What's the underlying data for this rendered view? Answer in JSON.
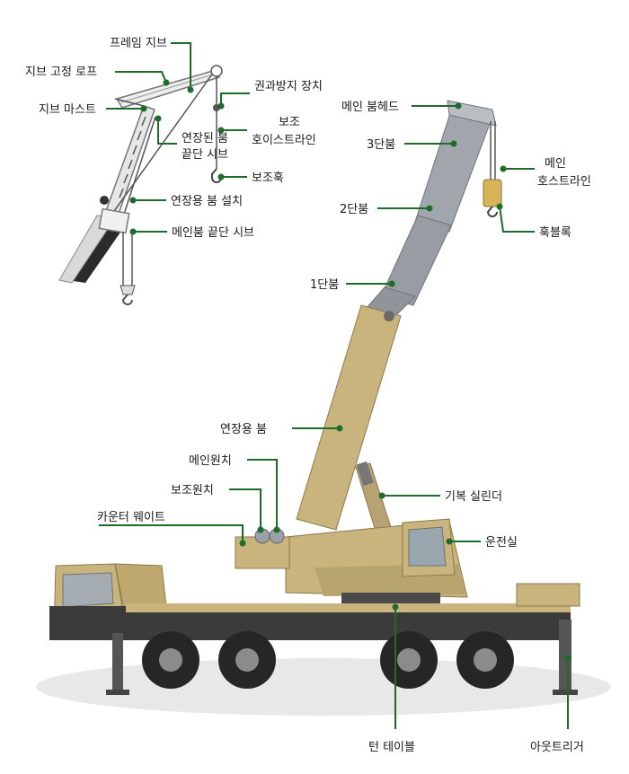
{
  "labels": {
    "frame_jib": "프레임 지브",
    "jib_fix_rope": "지브 고정 로프",
    "jib_mast": "지브 마스트",
    "extended_boom_tip_sheave": "연장된 붐\n끝단 시브",
    "extension_boom_install": "연장용 붐 설치",
    "main_boom_tip_sheave": "메인붐 끝단 시브",
    "overhoist_device": "권과방지 장치",
    "aux_hoist_line": "보조\n호이스트라인",
    "aux_hook": "보조훅",
    "main_boom_head": "메인 붐헤드",
    "boom_stage_3": "3단붐",
    "boom_stage_2": "2단붐",
    "boom_stage_1": "1단붐",
    "main_hoist_line": "메인\n호스트라인",
    "hook_block": "훅블록",
    "extension_boom": "연장용 붐",
    "main_winch": "메인원치",
    "aux_winch": "보조원치",
    "counter_weight": "카운터 웨이트",
    "derrick_cylinder": "기복 실린더",
    "cab": "운전실",
    "turn_table": "턴 테이블",
    "outrigger": "아웃트리거"
  },
  "colors": {
    "leader": "#1f6b2a",
    "boom": "#c9b47e",
    "boom_dark": "#a8945e",
    "boom_steel": "#9aa1a8",
    "chassis": "#3a3a3a",
    "tire": "#2a2a2a",
    "shadow": "#e6e6e6"
  }
}
